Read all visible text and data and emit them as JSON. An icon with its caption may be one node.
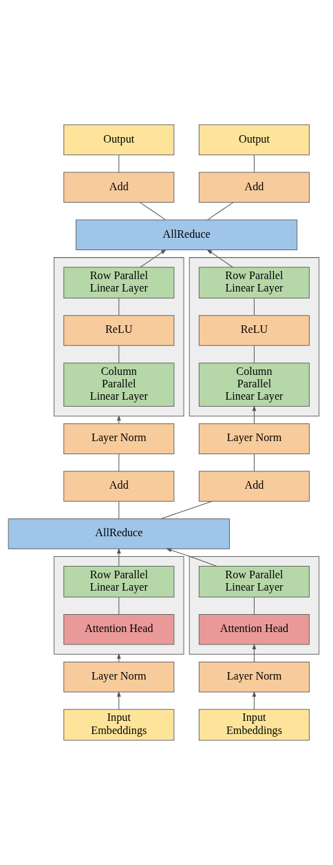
{
  "diagram": {
    "nodes": [
      {
        "text": [
          "Output"
        ]
      },
      {
        "text": [
          "Output"
        ]
      },
      {
        "text": [
          "Add"
        ]
      },
      {
        "text": [
          "Add"
        ]
      },
      {
        "text": [
          "AllReduce"
        ]
      },
      {
        "text": [],
        "shape": "box"
      },
      {
        "text": [
          "Row Parallel Linear Layer"
        ],
        "in": 5
      },
      {
        "text": [
          "ReLU"
        ],
        "in": 5
      },
      {
        "text": [
          "Column Parallel Linear Layer"
        ],
        "in": 5
      },
      {
        "text": [],
        "shape": "box"
      },
      {
        "text": [
          "Row Parallel Linear Layer"
        ],
        "in": 9
      },
      {
        "text": [
          "ReLU"
        ],
        "in": 9
      },
      {
        "text": [
          "Column Parallel Linear Layer"
        ],
        "in": 9
      },
      {
        "text": [
          "Layer Norm"
        ]
      },
      {
        "text": [
          "Layer Norm"
        ]
      },
      {
        "text": [
          "Add"
        ]
      },
      {
        "text": [
          "Add"
        ]
      },
      {
        "text": [
          "AllReduce"
        ]
      },
      {
        "text": [],
        "shape": "box"
      },
      {
        "text": [
          "Row Parallel Linear Layer"
        ],
        "in": 18
      },
      {
        "text": [
          "Attention Head"
        ],
        "in": 18
      },
      {
        "text": [],
        "shape": "box"
      },
      {
        "text": [
          "Row Parallel Linear Layer"
        ],
        "in": 21
      },
      {
        "text": [
          "Attention Head"
        ],
        "in": 21
      },
      {
        "text": [
          "Layer Norm"
        ]
      },
      {
        "text": [
          "Layer Norm"
        ]
      },
      {
        "text": [
          "Input Embeddings"
        ]
      },
      {
        "text": [
          "Input Embeddings"
        ]
      }
    ],
    "edges": [
      {
        "from": 26,
        "to": 24,
        "arrow": "to"
      },
      {
        "from": 27,
        "to": 25,
        "arrow": "to"
      },
      {
        "from": 24,
        "to": 18,
        "arrow": "to"
      },
      {
        "from": 25,
        "to": 23,
        "arrow": "to"
      },
      {
        "from": 20,
        "to": 19,
        "arrow": "none"
      },
      {
        "from": 23,
        "to": 22,
        "arrow": "none"
      },
      {
        "from": 19,
        "to": 17,
        "arrow": "to"
      },
      {
        "from": 22,
        "to": 17,
        "arrow": "to"
      },
      {
        "from": 17,
        "to": 15,
        "arrow": "none"
      },
      {
        "from": 17,
        "to": 16,
        "arrow": "none"
      },
      {
        "from": 15,
        "to": 13,
        "arrow": "none"
      },
      {
        "from": 16,
        "to": 14,
        "arrow": "none"
      },
      {
        "from": 13,
        "to": 5,
        "arrow": "to"
      },
      {
        "from": 14,
        "to": 12,
        "arrow": "to"
      },
      {
        "from": 8,
        "to": 7,
        "arrow": "none"
      },
      {
        "from": 12,
        "to": 11,
        "arrow": "none"
      },
      {
        "from": 7,
        "to": 6,
        "arrow": "none"
      },
      {
        "from": 11,
        "to": 10,
        "arrow": "none"
      },
      {
        "from": 6,
        "to": 4,
        "arrow": "to"
      },
      {
        "from": 10,
        "to": 4,
        "arrow": "to"
      },
      {
        "from": 4,
        "to": 2,
        "arrow": "none"
      },
      {
        "from": 4,
        "to": 3,
        "arrow": "none"
      },
      {
        "from": 2,
        "to": 0,
        "arrow": "none"
      },
      {
        "from": 3,
        "to": 1,
        "arrow": "none"
      }
    ]
  }
}
